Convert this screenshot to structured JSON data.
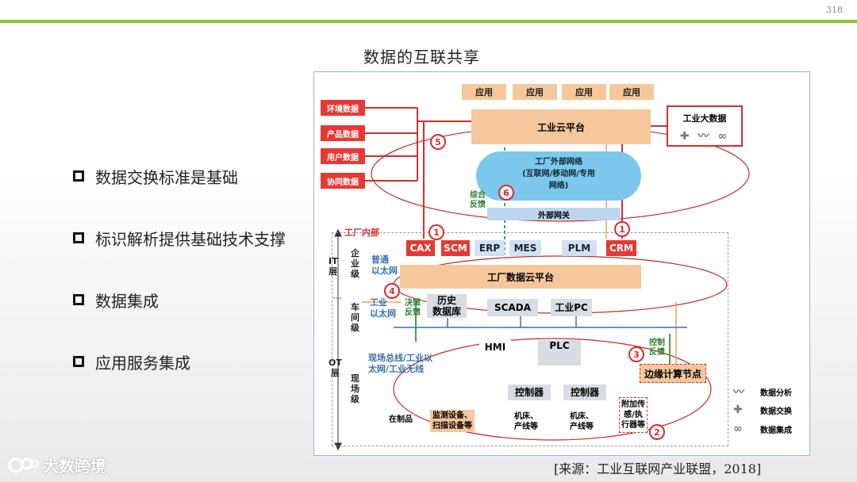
{
  "page_number": "318",
  "title": "数据的互联共享",
  "bullets": [
    "数据交换标准是基础",
    "标识解析提供基础技术支撑",
    "数据集成",
    "应用服务集成"
  ],
  "source": "[来源：工业互联网产业联盟，2018]",
  "logo_text": "大数跨境",
  "diagram": {
    "apps": [
      "应用",
      "应用",
      "应用",
      "应用"
    ],
    "cloud_platform": "工业云平台",
    "big_data": "工业大数据",
    "data_sources": [
      "环境数据",
      "产品数据",
      "用户数据",
      "协同数据"
    ],
    "external_network": [
      "工厂外部网络",
      "(互联网/移动网/专用",
      "网络)"
    ],
    "feedback_label": [
      "综合",
      "反馈"
    ],
    "external_gateway": "外部网关",
    "factory_inner": "工厂内部",
    "enterprise_level": [
      "企",
      "业",
      "级"
    ],
    "workshop_level": [
      "车",
      "间",
      "级"
    ],
    "field_level": [
      "现",
      "场",
      "级"
    ],
    "it_layer": [
      "IT",
      "层"
    ],
    "ot_layer": [
      "OT",
      "层"
    ],
    "ethernet_normal": [
      "普通",
      "以太网"
    ],
    "ethernet_industrial": [
      "工业",
      "以太网"
    ],
    "decision_feedback": [
      "决策",
      "反馈"
    ],
    "control_feedback": [
      "控制",
      "反馈"
    ],
    "fieldbus": [
      "现场总线/工业以",
      "太网/工业无线"
    ],
    "systems": [
      "CAX",
      "SCM",
      "ERP",
      "MES",
      "PLM",
      "CRM"
    ],
    "factory_platform": "工厂数据云平台",
    "history_db": [
      "历史",
      "数据库"
    ],
    "scada": "SCADA",
    "industrial_pc": "工业PC",
    "hmi": "HMI",
    "plc": "PLC",
    "edge_node": "边缘计算节点",
    "controllers": [
      "控制器",
      "控制器"
    ],
    "machines": [
      [
        "机床、",
        "产线等"
      ],
      [
        "机床、",
        "产线等"
      ]
    ],
    "sensors": [
      "附加传",
      "感/执",
      "行器等"
    ],
    "wip": "在制品",
    "monitor": [
      "监测设备、",
      "扫描设备等"
    ],
    "legend": [
      "数据分析",
      "数据交换",
      "数据集成"
    ],
    "circle_numbers": [
      "1",
      "1",
      "2",
      "3",
      "4",
      "5",
      "6"
    ]
  }
}
